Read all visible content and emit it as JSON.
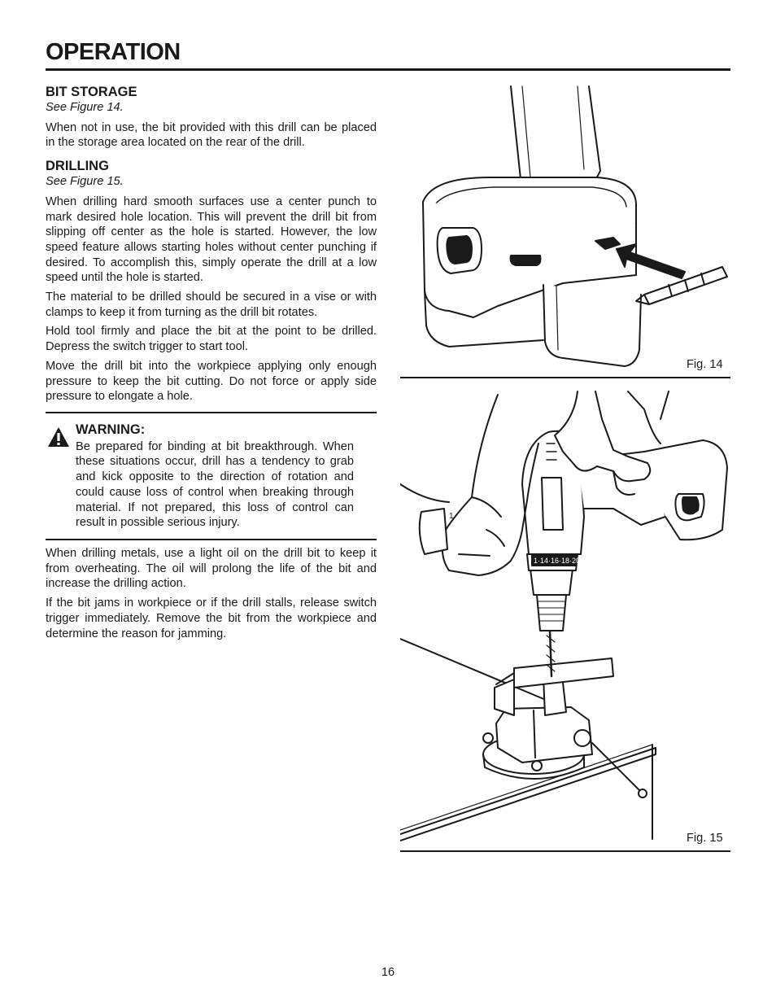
{
  "header": {
    "title": "OPERATION"
  },
  "bit_storage": {
    "heading": "BIT STORAGE",
    "see": "See Figure 14.",
    "body": "When not in use, the bit provided with this drill can be placed in the storage area located on the rear of the drill."
  },
  "drilling": {
    "heading": "DRILLING",
    "see": "See Figure 15.",
    "p1": "When drilling hard smooth surfaces use a center punch to mark desired hole location. This will prevent the drill bit from slipping off center as the hole is started. However, the low speed feature allows starting holes without center punching if desired. To accomplish this, simply operate the drill at a low speed until the hole is started.",
    "p2": "The material to be drilled should be secured in a vise or with clamps to keep it from turning as the drill bit rotates.",
    "p3": "Hold tool firmly and place the bit at the point to be drilled. Depress the switch trigger to start tool.",
    "p4": "Move the drill bit into the workpiece applying only enough pressure to keep the bit cutting. Do not force or apply side pressure to elongate a hole."
  },
  "warning": {
    "icon": "warning-triangle-icon",
    "heading": "WARNING:",
    "body": "Be prepared for binding at bit breakthrough. When these situations occur, drill has a tendency to grab and kick opposite to the direction of rotation and could cause loss of control when breaking through material. If not prepared, this loss of control can result in possible serious injury."
  },
  "after": {
    "p1": "When drilling metals, use a light oil on the drill bit to keep it from overheating. The oil will prolong the life of the bit and increase the drilling action.",
    "p2": "If the bit jams in workpiece or if the drill stalls, release switch trigger immediately. Remove the bit from the workpiece and determine the reason for jamming."
  },
  "figures": {
    "fig14": {
      "caption": "Fig. 14"
    },
    "fig15": {
      "caption": "Fig. 15",
      "dial_labels": "1·14·16·18·20"
    }
  },
  "footer": {
    "page_number": "16"
  }
}
